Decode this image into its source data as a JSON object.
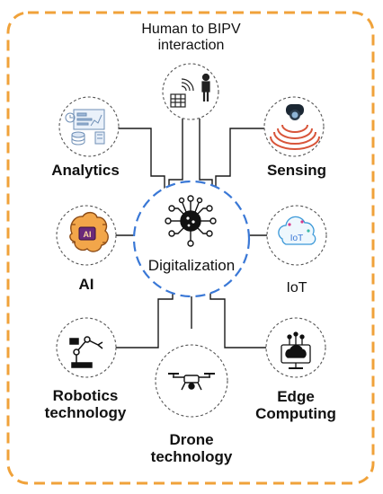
{
  "center": {
    "label": "Digitalization"
  },
  "nodes": {
    "human": {
      "label": "Human to BIPV\ninteraction"
    },
    "analytics": {
      "label": "Analytics"
    },
    "sensing": {
      "label": "Sensing"
    },
    "ai": {
      "label": "AI",
      "badge": "AI"
    },
    "iot": {
      "label": "IoT",
      "badge": "IoT"
    },
    "robotics": {
      "label": "Robotics\ntechnology"
    },
    "drone": {
      "label": "Drone\ntechnology"
    },
    "edge": {
      "label": "Edge\nComputing"
    }
  },
  "colors": {
    "frame": "#f0a23a",
    "center_ring": "#3a78d6",
    "lines": "#1a1a1a",
    "accent": "#e07a2a",
    "sensing": "#d8553a"
  }
}
